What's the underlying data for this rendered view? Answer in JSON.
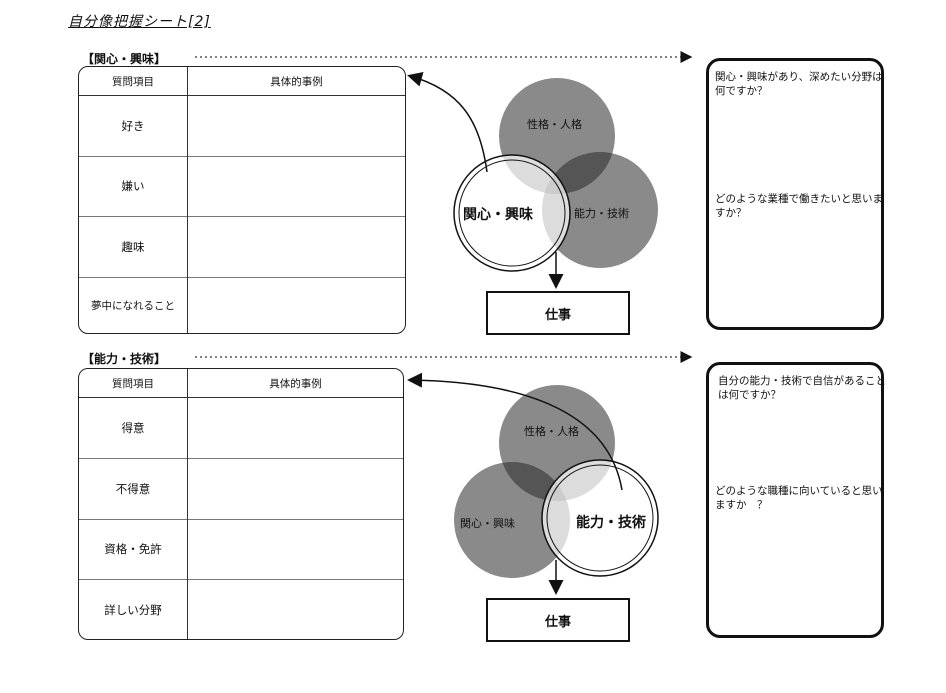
{
  "document": {
    "title": "自分像把握シート[2]"
  },
  "sections": [
    {
      "label": "【関心・興味】",
      "table": {
        "headers": [
          "質問項目",
          "具体的事例"
        ],
        "rows": [
          "好き",
          "嫌い",
          "趣味",
          "夢中になれること"
        ]
      },
      "venn": {
        "top": "性格・人格",
        "left": "関心・興味",
        "right": "能力・技術",
        "job": "仕事"
      },
      "questions": [
        "関心・興味があり、深めたい分野は何ですか？",
        "どのような業種で働きたいと思いますか？"
      ]
    },
    {
      "label": "【能力・技術】",
      "table": {
        "headers": [
          "質問項目",
          "具体的事例"
        ],
        "rows": [
          "得意",
          "不得意",
          "資格・免許",
          "詳しい分野"
        ]
      },
      "venn": {
        "top": "性格・人格",
        "left": "関心・興味",
        "right": "能力・技術",
        "job": "仕事"
      },
      "questions": [
        "自分の能力・技術で自信があることは何ですか？",
        "どのような職種に向いていると思いますか　？"
      ]
    }
  ],
  "colors": {
    "circle_fill": "#8a8a8a",
    "overlap_fill": "#555555",
    "core_fill": "#2a2a2a",
    "ink": "#111111"
  }
}
